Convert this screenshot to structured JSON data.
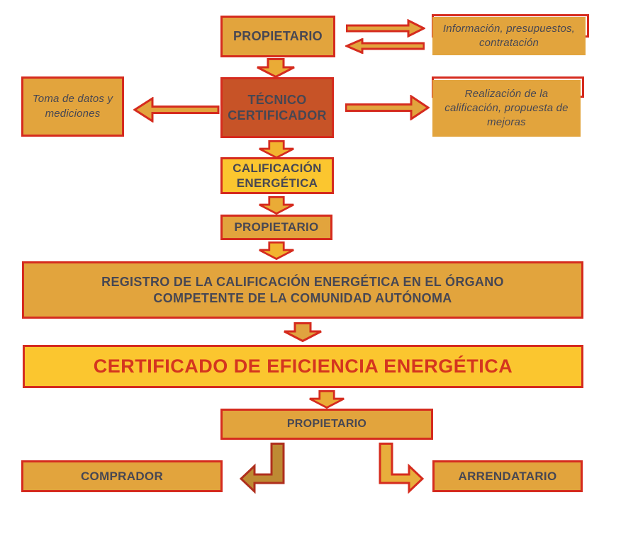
{
  "colors": {
    "box_orange": "#E2A43D",
    "box_yellow": "#FBC62F",
    "box_burnt_orange": "#C75327",
    "border_red": "#D52B1E",
    "text_dark": "#474753",
    "certificado_text_red": "#D4351F",
    "bent_arrow_dark_gold": "#BE8A33",
    "bent_arrow_dark_red": "#AF2F1D"
  },
  "nodes": {
    "propietario_top": "PROPIETARIO",
    "info": "Información, presupuestos, contratación",
    "tecnico": "TÉCNICO CERTIFICADOR",
    "toma": "Toma de datos y mediciones",
    "realizacion": "Realización de la calificación, propuesta de mejoras",
    "calificacion": "CALIFICACIÓN ENERGÉTICA",
    "propietario_mid": "PROPIETARIO",
    "registro": "REGISTRO DE LA CALIFICACIÓN ENERGÉTICA EN EL ÓRGANO COMPETENTE DE LA COMUNIDAD AUTÓNOMA",
    "certificado": "CERTIFICADO DE EFICIENCIA ENERGÉTICA",
    "propietario_bottom": "PROPIETARIO",
    "comprador": "COMPRADOR",
    "arrendatario": "ARRENDATARIO"
  }
}
